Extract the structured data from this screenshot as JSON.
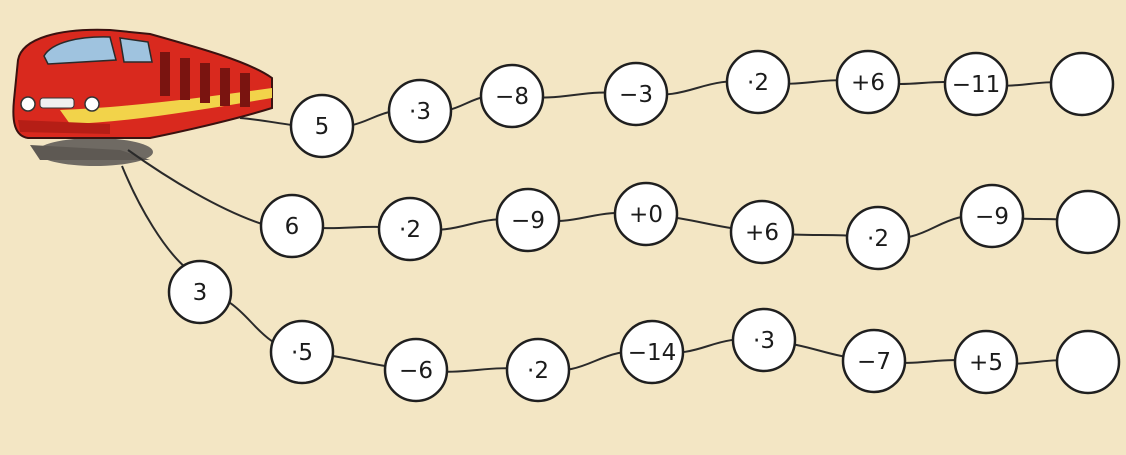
{
  "colors": {
    "paper": "#f3e6c4",
    "train_body": "#d9291e",
    "train_stripe": "#f2d34a",
    "train_window": "#9fc3df",
    "node_fill": "#ffffff",
    "ink": "#1f1f1f"
  },
  "train_icon": "red-train-icon",
  "chains": [
    {
      "nodes": [
        {
          "label": "5"
        },
        {
          "label": "·3"
        },
        {
          "label": "−8"
        },
        {
          "label": "−3"
        },
        {
          "label": "·2"
        },
        {
          "label": "+6"
        },
        {
          "label": "−11"
        },
        {
          "label": ""
        }
      ]
    },
    {
      "nodes": [
        {
          "label": "6"
        },
        {
          "label": "·2"
        },
        {
          "label": "−9"
        },
        {
          "label": "+0"
        },
        {
          "label": "+6"
        },
        {
          "label": "·2"
        },
        {
          "label": "−9"
        },
        {
          "label": ""
        }
      ]
    },
    {
      "nodes": [
        {
          "label": "3"
        },
        {
          "label": "·5"
        },
        {
          "label": "−6"
        },
        {
          "label": "·2"
        },
        {
          "label": "−14"
        },
        {
          "label": "·3"
        },
        {
          "label": "−7"
        },
        {
          "label": "+5"
        },
        {
          "label": ""
        }
      ]
    }
  ]
}
